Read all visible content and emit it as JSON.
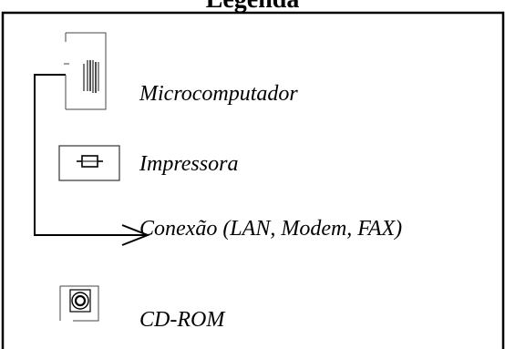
{
  "legend": {
    "title": "Legenda",
    "items": [
      {
        "label": "Microcomputador",
        "icon": "microcomputer-icon"
      },
      {
        "label": "Impressora",
        "icon": "printer-icon"
      },
      {
        "label": "Conexão (LAN, Modem, FAX)",
        "icon": "connection-arrow-icon"
      },
      {
        "label": "CD-ROM",
        "icon": "cd-rom-icon"
      }
    ]
  },
  "colors": {
    "ink": "#000000",
    "background": "#ffffff"
  }
}
